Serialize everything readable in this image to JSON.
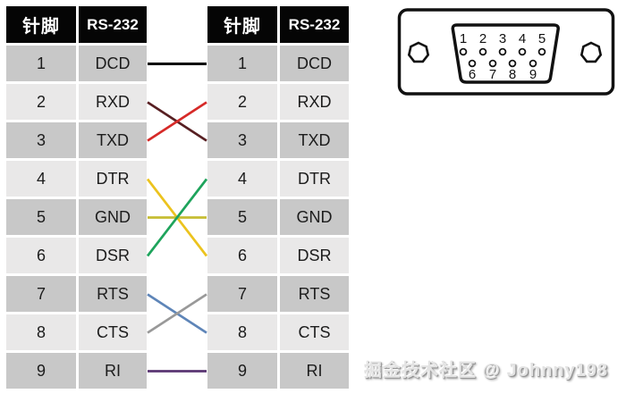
{
  "left_table": {
    "headers": [
      "针脚",
      "RS-232"
    ],
    "rows": [
      {
        "pin": "1",
        "signal": "DCD"
      },
      {
        "pin": "2",
        "signal": "RXD"
      },
      {
        "pin": "3",
        "signal": "TXD"
      },
      {
        "pin": "4",
        "signal": "DTR"
      },
      {
        "pin": "5",
        "signal": "GND"
      },
      {
        "pin": "6",
        "signal": "DSR"
      },
      {
        "pin": "7",
        "signal": "RTS"
      },
      {
        "pin": "8",
        "signal": "CTS"
      },
      {
        "pin": "9",
        "signal": "RI"
      }
    ]
  },
  "right_table": {
    "headers": [
      "针脚",
      "RS-232"
    ],
    "rows": [
      {
        "pin": "1",
        "signal": "DCD"
      },
      {
        "pin": "2",
        "signal": "RXD"
      },
      {
        "pin": "3",
        "signal": "TXD"
      },
      {
        "pin": "4",
        "signal": "DTR"
      },
      {
        "pin": "5",
        "signal": "GND"
      },
      {
        "pin": "6",
        "signal": "DSR"
      },
      {
        "pin": "7",
        "signal": "RTS"
      },
      {
        "pin": "8",
        "signal": "CTS"
      },
      {
        "pin": "9",
        "signal": "RI"
      }
    ]
  },
  "connections": [
    {
      "from_pin": 1,
      "to_pin": 1,
      "color": "#000000"
    },
    {
      "from_pin": 2,
      "to_pin": 3,
      "color": "#571f22"
    },
    {
      "from_pin": 3,
      "to_pin": 2,
      "color": "#d62a28"
    },
    {
      "from_pin": 4,
      "to_pin": 6,
      "color": "#ecc31e"
    },
    {
      "from_pin": 5,
      "to_pin": 5,
      "color": "#c6bd33"
    },
    {
      "from_pin": 6,
      "to_pin": 4,
      "color": "#1ea45c"
    },
    {
      "from_pin": 7,
      "to_pin": 8,
      "color": "#5e85b8"
    },
    {
      "from_pin": 8,
      "to_pin": 7,
      "color": "#999999"
    },
    {
      "from_pin": 9,
      "to_pin": 9,
      "color": "#5a3572"
    }
  ],
  "connector": {
    "top_pins": [
      "1",
      "2",
      "3",
      "4",
      "5"
    ],
    "bottom_pins": [
      "6",
      "7",
      "8",
      "9"
    ]
  },
  "watermark": "掘金技术社区 @ Johnny198",
  "colors": {
    "header_bg": "#050505",
    "header_text": "#ffffff",
    "row_odd": "#c8c8c8",
    "row_even": "#e9e8e8",
    "connector_stroke": "#111111"
  }
}
